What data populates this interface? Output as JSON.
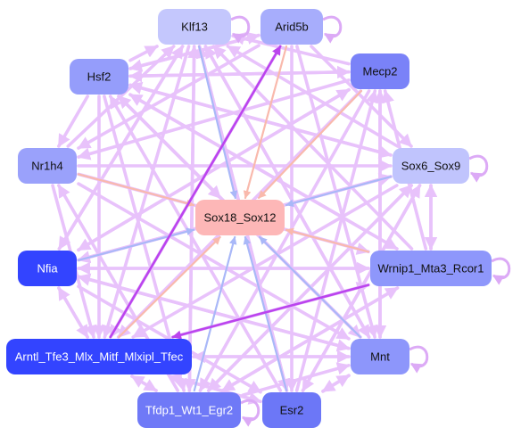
{
  "colors": {
    "edge_default": "#e8c2fb",
    "edge_self": "#dcaaf6",
    "edge_strong": "#bb44ee",
    "edge_blue": "#a9b8f8",
    "edge_salmon": "#f9b9ac"
  },
  "nodes": [
    {
      "id": "klf13",
      "label": "Klf13",
      "fill": "#c4c7fd",
      "text_color": "#111111"
    },
    {
      "id": "arid5b",
      "label": "Arid5b",
      "fill": "#a7adfc",
      "text_color": "#111111"
    },
    {
      "id": "hsf2",
      "label": "Hsf2",
      "fill": "#959dfb",
      "text_color": "#111111"
    },
    {
      "id": "mecp2",
      "label": "Mecp2",
      "fill": "#7a82f8",
      "text_color": "#111111"
    },
    {
      "id": "nr1h4",
      "label": "Nr1h4",
      "fill": "#9aa1fb",
      "text_color": "#111111"
    },
    {
      "id": "sox6_sox9",
      "label": "Sox6_Sox9",
      "fill": "#c0c4fd",
      "text_color": "#111111"
    },
    {
      "id": "sox18_sox12",
      "label": "Sox18_Sox12",
      "fill": "#fdb7b7",
      "text_color": "#111111"
    },
    {
      "id": "nfia",
      "label": "Nfia",
      "fill": "#3344ff",
      "text_color": "#ffffff"
    },
    {
      "id": "wrnip1",
      "label": "Wrnip1_Mta3_Rcor1",
      "fill": "#8e97fb",
      "text_color": "#111111"
    },
    {
      "id": "arntl",
      "label": "Arntl_Tfe3_Mlx_Mitf_Mlxipl_Tfec",
      "fill": "#3344ff",
      "text_color": "#ffffff"
    },
    {
      "id": "mnt",
      "label": "Mnt",
      "fill": "#8d96fb",
      "text_color": "#111111"
    },
    {
      "id": "tfdp1",
      "label": "Tfdp1_Wt1_Egr2",
      "fill": "#6f79f7",
      "text_color": "#ffffff"
    },
    {
      "id": "esr2",
      "label": "Esr2",
      "fill": "#6c77f7",
      "text_color": "#111111"
    }
  ],
  "edges": [
    {
      "from": "hsf2",
      "to": "klf13",
      "color": "default"
    },
    {
      "from": "hsf2",
      "to": "arid5b",
      "color": "default"
    },
    {
      "from": "hsf2",
      "to": "mecp2",
      "color": "default"
    },
    {
      "from": "hsf2",
      "to": "sox6_sox9",
      "color": "default"
    },
    {
      "from": "hsf2",
      "to": "nr1h4",
      "color": "default"
    },
    {
      "from": "hsf2",
      "to": "arntl",
      "color": "default"
    },
    {
      "from": "hsf2",
      "to": "mnt",
      "color": "default"
    },
    {
      "from": "hsf2",
      "to": "tfdp1",
      "color": "default"
    },
    {
      "from": "hsf2",
      "to": "wrnip1",
      "color": "default"
    },
    {
      "from": "klf13",
      "to": "sox18_sox12",
      "color": "blue"
    },
    {
      "from": "arid5b",
      "to": "sox18_sox12",
      "color": "salmon"
    },
    {
      "from": "mecp2",
      "to": "sox18_sox12",
      "color": "salmon"
    },
    {
      "from": "sox6_sox9",
      "to": "sox18_sox12",
      "color": "blue"
    },
    {
      "from": "nr1h4",
      "to": "sox18_sox12",
      "color": "salmon"
    },
    {
      "from": "nfia",
      "to": "sox18_sox12",
      "color": "blue"
    },
    {
      "from": "wrnip1",
      "to": "sox18_sox12",
      "color": "salmon"
    },
    {
      "from": "mnt",
      "to": "sox18_sox12",
      "color": "blue"
    },
    {
      "from": "esr2",
      "to": "sox18_sox12",
      "color": "blue"
    },
    {
      "from": "tfdp1",
      "to": "sox18_sox12",
      "color": "blue"
    },
    {
      "from": "arntl",
      "to": "sox18_sox12",
      "color": "salmon"
    },
    {
      "from": "hsf2",
      "to": "sox18_sox12",
      "color": "default"
    },
    {
      "from": "wrnip1",
      "to": "arntl",
      "color": "strong"
    },
    {
      "from": "arntl",
      "to": "arid5b",
      "color": "strong"
    },
    {
      "from": "klf13",
      "to": "arntl",
      "color": "default"
    },
    {
      "from": "klf13",
      "to": "mnt",
      "color": "default"
    },
    {
      "from": "klf13",
      "to": "esr2",
      "color": "default"
    },
    {
      "from": "klf13",
      "to": "tfdp1",
      "color": "default"
    },
    {
      "from": "klf13",
      "to": "nfia",
      "color": "default"
    },
    {
      "from": "arid5b",
      "to": "arntl",
      "color": "default"
    },
    {
      "from": "arid5b",
      "to": "mnt",
      "color": "default"
    },
    {
      "from": "arid5b",
      "to": "esr2",
      "color": "default"
    },
    {
      "from": "arid5b",
      "to": "nr1h4",
      "color": "default"
    },
    {
      "from": "arid5b",
      "to": "hsf2",
      "color": "default"
    },
    {
      "from": "arid5b",
      "to": "sox6_sox9",
      "color": "default"
    },
    {
      "from": "mecp2",
      "to": "arntl",
      "color": "default"
    },
    {
      "from": "mecp2",
      "to": "tfdp1",
      "color": "default"
    },
    {
      "from": "mecp2",
      "to": "mnt",
      "color": "default"
    },
    {
      "from": "mecp2",
      "to": "nfia",
      "color": "default"
    },
    {
      "from": "mecp2",
      "to": "nr1h4",
      "color": "default"
    },
    {
      "from": "mecp2",
      "to": "klf13",
      "color": "default"
    },
    {
      "from": "mecp2",
      "to": "hsf2",
      "color": "default"
    },
    {
      "from": "nr1h4",
      "to": "sox6_sox9",
      "color": "default"
    },
    {
      "from": "nr1h4",
      "to": "wrnip1",
      "color": "default"
    },
    {
      "from": "nr1h4",
      "to": "klf13",
      "color": "default"
    },
    {
      "from": "nr1h4",
      "to": "mnt",
      "color": "default"
    },
    {
      "from": "nr1h4",
      "to": "arntl",
      "color": "default"
    },
    {
      "from": "sox6_sox9",
      "to": "hsf2",
      "color": "default"
    },
    {
      "from": "sox6_sox9",
      "to": "arntl",
      "color": "default"
    },
    {
      "from": "sox6_sox9",
      "to": "tfdp1",
      "color": "default"
    },
    {
      "from": "sox6_sox9",
      "to": "nfia",
      "color": "default"
    },
    {
      "from": "sox6_sox9",
      "to": "wrnip1",
      "color": "default"
    },
    {
      "from": "sox6_sox9",
      "to": "esr2",
      "color": "default"
    },
    {
      "from": "sox6_sox9",
      "to": "klf13",
      "color": "default"
    },
    {
      "from": "wrnip1",
      "to": "sox6_sox9",
      "color": "default"
    },
    {
      "from": "wrnip1",
      "to": "nfia",
      "color": "default"
    },
    {
      "from": "wrnip1",
      "to": "klf13",
      "color": "default"
    },
    {
      "from": "wrnip1",
      "to": "hsf2",
      "color": "default"
    },
    {
      "from": "wrnip1",
      "to": "tfdp1",
      "color": "default"
    },
    {
      "from": "wrnip1",
      "to": "mecp2",
      "color": "default"
    },
    {
      "from": "nfia",
      "to": "wrnip1",
      "color": "default"
    },
    {
      "from": "nfia",
      "to": "arntl",
      "color": "default"
    },
    {
      "from": "nfia",
      "to": "mnt",
      "color": "default"
    },
    {
      "from": "nfia",
      "to": "esr2",
      "color": "default"
    },
    {
      "from": "nfia",
      "to": "mecp2",
      "color": "default"
    },
    {
      "from": "nfia",
      "to": "sox6_sox9",
      "color": "default"
    },
    {
      "from": "nfia",
      "to": "klf13",
      "color": "default"
    },
    {
      "from": "arntl",
      "to": "mnt",
      "color": "default"
    },
    {
      "from": "arntl",
      "to": "esr2",
      "color": "default"
    },
    {
      "from": "arntl",
      "to": "tfdp1",
      "color": "default"
    },
    {
      "from": "arntl",
      "to": "nfia",
      "color": "default"
    },
    {
      "from": "arntl",
      "to": "wrnip1",
      "color": "default"
    },
    {
      "from": "mnt",
      "to": "arntl",
      "color": "default"
    },
    {
      "from": "mnt",
      "to": "esr2",
      "color": "default"
    },
    {
      "from": "mnt",
      "to": "nfia",
      "color": "default"
    },
    {
      "from": "mnt",
      "to": "hsf2",
      "color": "default"
    },
    {
      "from": "mnt",
      "to": "mecp2",
      "color": "default"
    },
    {
      "from": "mnt",
      "to": "klf13",
      "color": "default"
    },
    {
      "from": "tfdp1",
      "to": "arntl",
      "color": "default"
    },
    {
      "from": "tfdp1",
      "to": "mnt",
      "color": "default"
    },
    {
      "from": "tfdp1",
      "to": "klf13",
      "color": "default"
    },
    {
      "from": "tfdp1",
      "to": "sox6_sox9",
      "color": "default"
    },
    {
      "from": "tfdp1",
      "to": "wrnip1",
      "color": "default"
    },
    {
      "from": "tfdp1",
      "to": "nr1h4",
      "color": "default"
    },
    {
      "from": "esr2",
      "to": "mnt",
      "color": "default"
    },
    {
      "from": "esr2",
      "to": "arntl",
      "color": "default"
    },
    {
      "from": "esr2",
      "to": "klf13",
      "color": "default"
    },
    {
      "from": "esr2",
      "to": "mecp2",
      "color": "default"
    },
    {
      "from": "esr2",
      "to": "sox6_sox9",
      "color": "default"
    },
    {
      "from": "esr2",
      "to": "hsf2",
      "color": "default"
    }
  ],
  "self_loops": [
    "klf13",
    "arid5b",
    "sox6_sox9",
    "wrnip1",
    "mnt",
    "tfdp1"
  ]
}
